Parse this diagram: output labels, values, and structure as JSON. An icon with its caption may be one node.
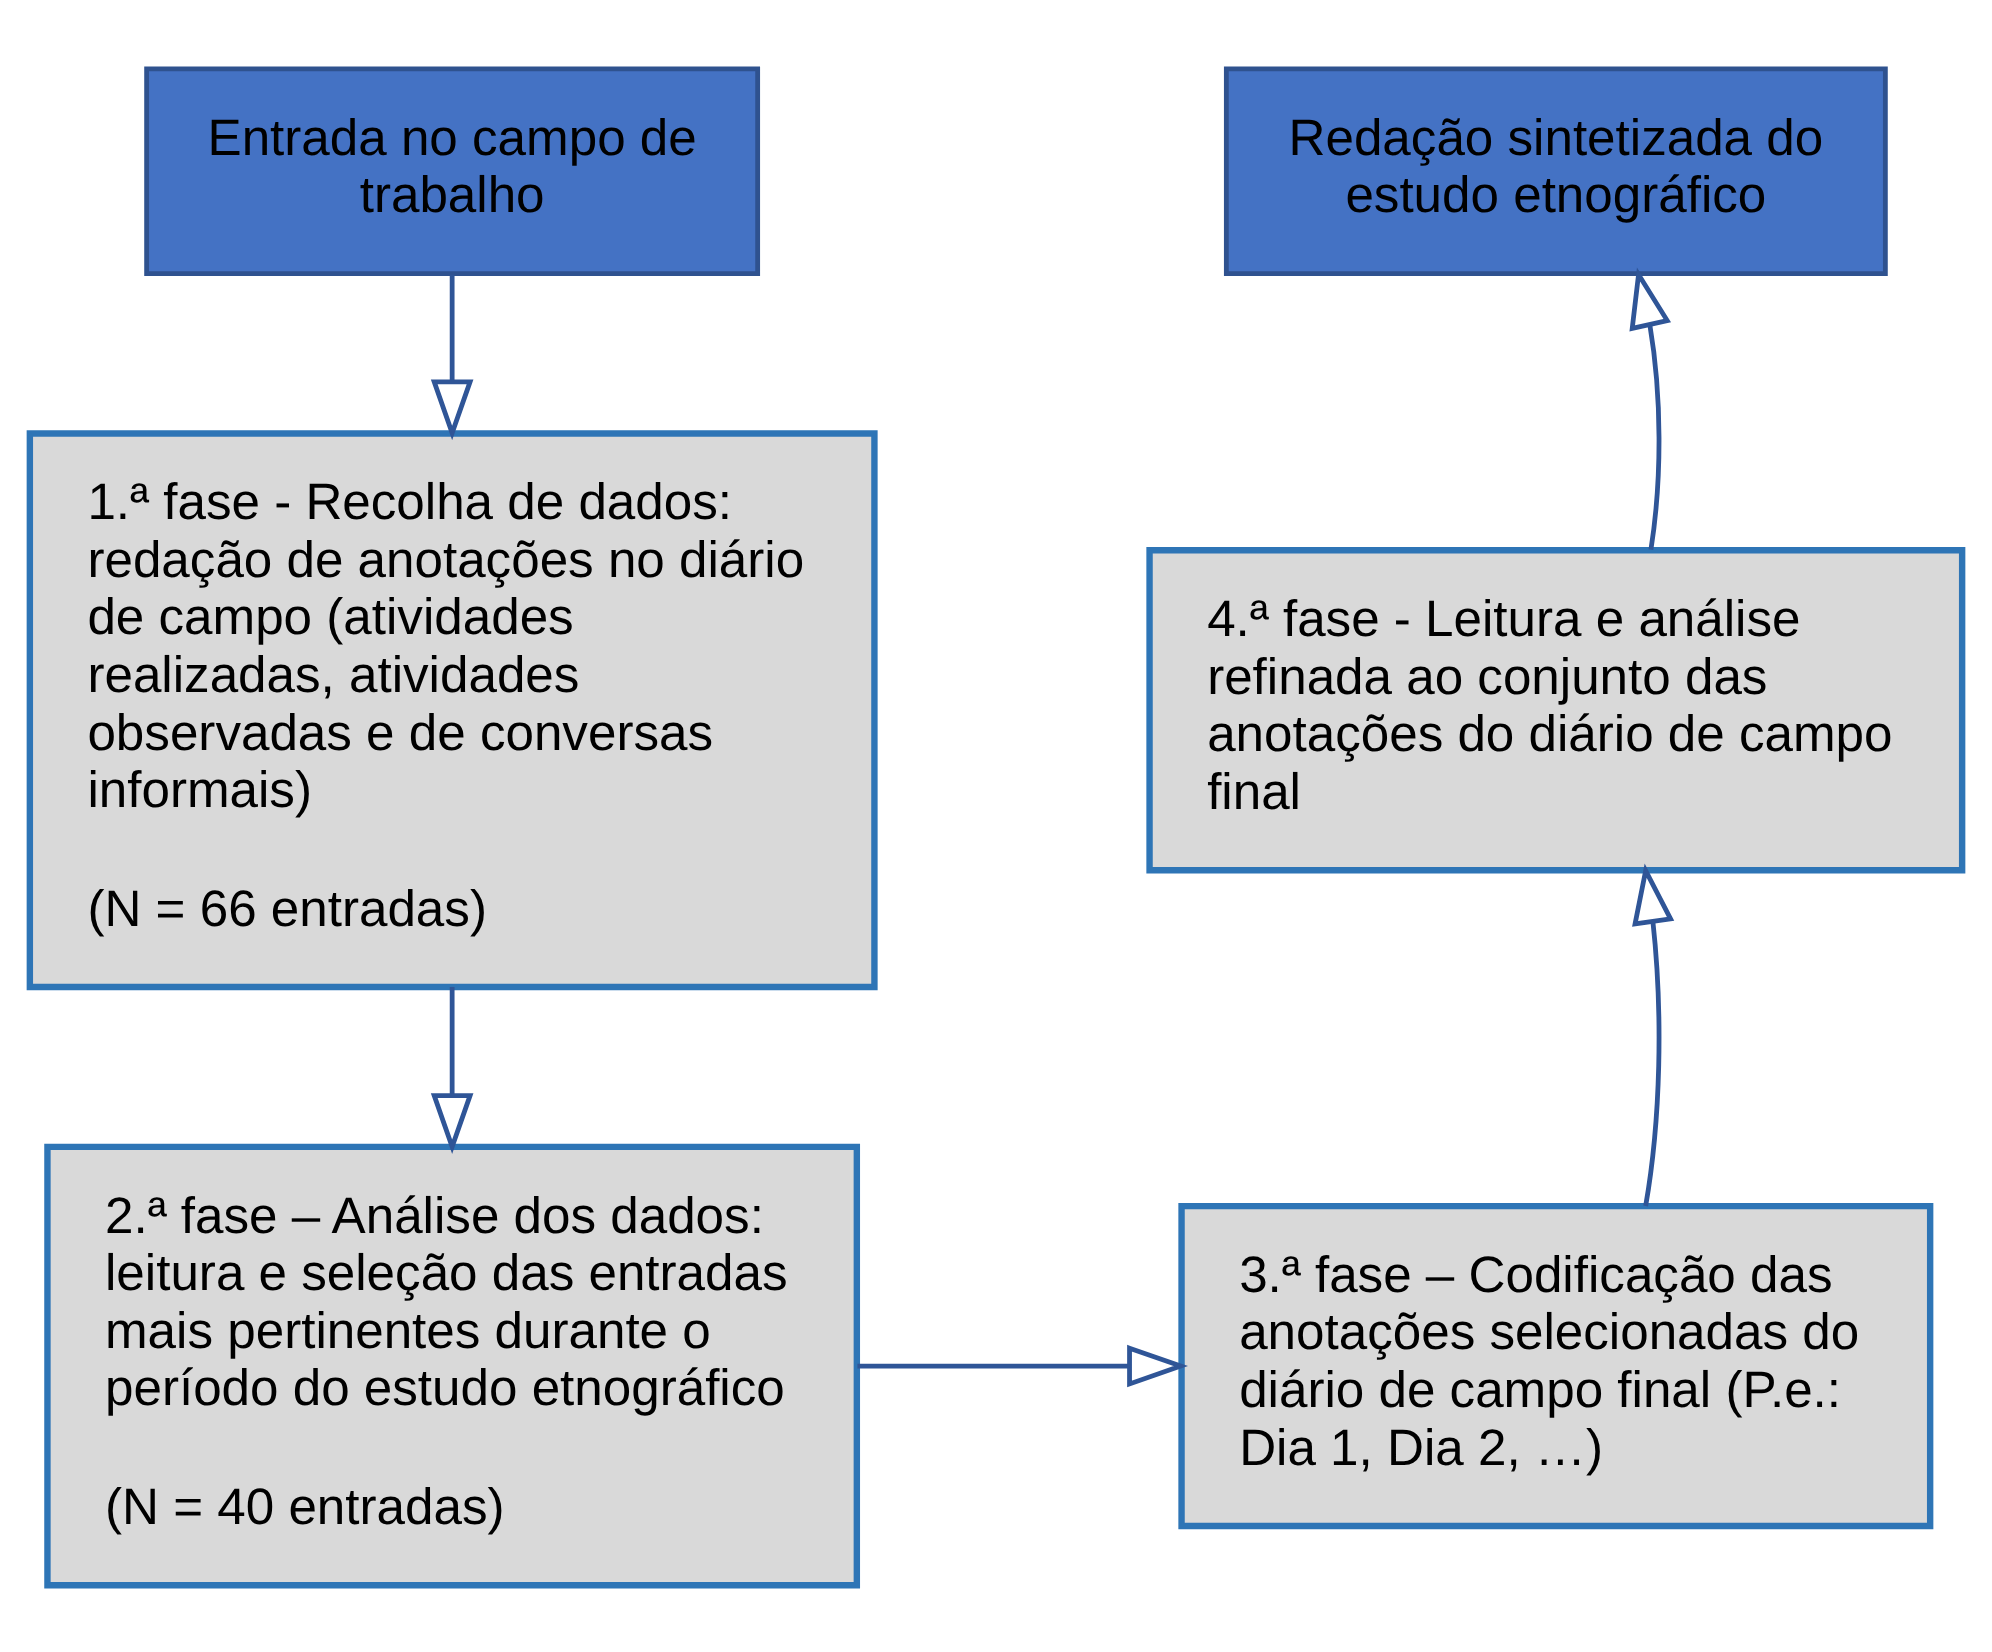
{
  "diagram": {
    "nodes": [
      {
        "text": [
          "Entrada no campo de trabalho"
        ]
      },
      {
        "text": [
          "1.ª fase - Recolha de dados: redação de anotações no diário de campo (atividades realizadas, atividades observadas e de conversas informais)",
          "(N = 66 entradas)"
        ]
      },
      {
        "text": [
          "2.ª fase – Análise dos dados: leitura e seleção das entradas mais pertinentes durante o período do estudo etnográfico",
          "(N = 40 entradas)"
        ]
      },
      {
        "text": [
          "3.ª fase – Codificação das anotações selecionadas do diário de campo final (P.e.: Dia 1, Dia 2, …)"
        ]
      },
      {
        "text": [
          "4.ª fase - Leitura e análise refinada ao conjunto das anotações do diário de campo final"
        ]
      },
      {
        "text": [
          "Redação sintetizada do estudo etnográfico"
        ]
      }
    ],
    "edges": [
      {
        "from": 0,
        "to": 1,
        "arrow": "to"
      },
      {
        "from": 1,
        "to": 2,
        "arrow": "to"
      },
      {
        "from": 2,
        "to": 3,
        "arrow": "to"
      },
      {
        "from": 3,
        "to": 4,
        "arrow": "to"
      },
      {
        "from": 4,
        "to": 5,
        "arrow": "to"
      }
    ]
  }
}
